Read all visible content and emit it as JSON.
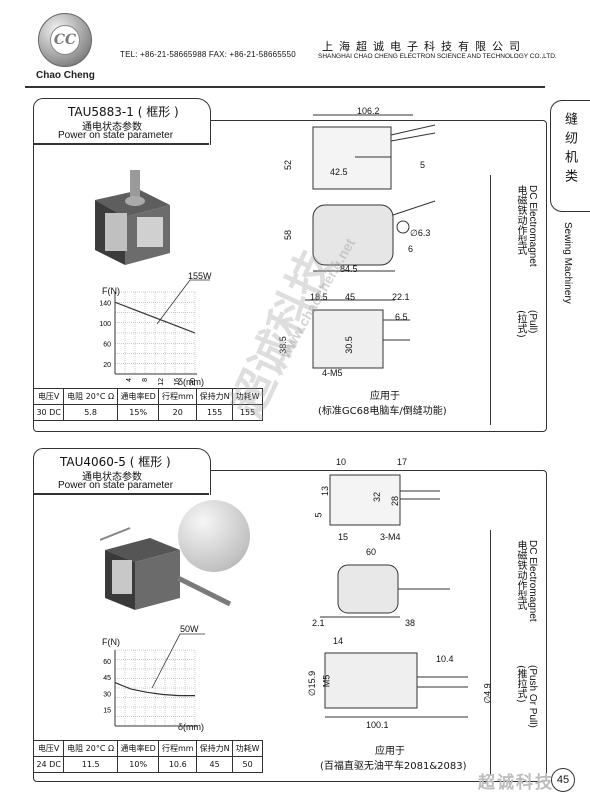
{
  "header": {
    "logo_mark": "CC",
    "company_name_en": "Chao Cheng",
    "contact": "TEL: +86-21-58665988  FAX: +86-21-58665550",
    "company_cn": "上海超诚电子科技有限公司",
    "company_en": "SHANGHAI CHAO CHENG ELECTRON SCIENCE AND TECHNOLOGY CO.,LTD."
  },
  "side_tab": {
    "category_cn": "缝纫机类",
    "category_en": "Sewing Machinery"
  },
  "products": [
    {
      "title": "TAU5883-1 ( 框形 )",
      "subtitle_cn": "通电状态参数",
      "subtitle_en": "Power on state parameter",
      "chart_data": {
        "type": "line",
        "title": "",
        "xlabel": "δ(mm)",
        "ylabel": "F(N)",
        "annotation": "155W",
        "x_ticks": [
          "4",
          "8",
          "12",
          "16",
          "20"
        ],
        "y_ticks": [
          "140",
          "100",
          "60",
          "20"
        ],
        "series": [
          {
            "x": [
              0,
              4,
              8,
              12,
              16,
              20
            ],
            "y": [
              140,
              128,
              116,
              104,
              92,
              80
            ]
          }
        ]
      },
      "table": {
        "headers": [
          "电压V",
          "电阻 20°C Ω",
          "通电率ED",
          "行程mm",
          "保持力N",
          "功耗W"
        ],
        "values": [
          "30 DC",
          "5.8",
          "15%",
          "20",
          "155",
          "155"
        ]
      },
      "dims": {
        "d1": "106.2",
        "d2": "52",
        "d3": "42.5",
        "d4": "5",
        "d5": "58",
        "d6": "∅6.3",
        "d7": "6",
        "d8": "84.5",
        "d9": "18.5",
        "d10": "45",
        "d11": "22.1",
        "d12": "6.5",
        "d13": "38.5",
        "d14": "30.5",
        "d15": "4-M5"
      },
      "application_label": "应用于",
      "application": "(标准GC68电脑车/倒缝功能)",
      "type_cn": "电磁铁动作型式",
      "type_en": "DC Electromagnet",
      "action_cn": "(拉式)",
      "action_en": "(Pull)"
    },
    {
      "title": "TAU4060-5 ( 框形 )",
      "subtitle_cn": "通电状态参数",
      "subtitle_en": "Power on state parameter",
      "chart_data": {
        "type": "line",
        "title": "",
        "xlabel": "δ(mm)",
        "ylabel": "F(N)",
        "annotation": "50W",
        "x_ticks": [],
        "y_ticks": [
          "60",
          "45",
          "30",
          "15"
        ],
        "series": [
          {
            "x": [
              0,
              2,
              4,
              6,
              8,
              10
            ],
            "y": [
              40,
              34,
              31,
              29,
              28,
              28
            ]
          }
        ]
      },
      "table": {
        "headers": [
          "电压V",
          "电阻 20°C Ω",
          "通电率ED",
          "行程mm",
          "保持力N",
          "功耗W"
        ],
        "values": [
          "24 DC",
          "11.5",
          "10%",
          "10.6",
          "45",
          "50"
        ]
      },
      "dims": {
        "d1": "10",
        "d2": "17",
        "d3": "13",
        "d4": "32",
        "d5": "28",
        "d6": "5",
        "d7": "15",
        "d8": "3-M4",
        "d9": "60",
        "d10": "2.1",
        "d11": "38",
        "d12": "14",
        "d13": "10.4",
        "d14": "∅15.9",
        "d15": "M5",
        "d16": "∅4.9",
        "d17": "100.1"
      },
      "application_label": "应用于",
      "application": "(百福直驱无油平车2081&2083)",
      "type_cn": "电磁铁动作型式",
      "type_en": "DC Electromagnet",
      "action_cn": "(推拉式)",
      "action_en": "(Push Or Pull)"
    }
  ],
  "watermark": {
    "cn": "超诚科技",
    "url": "www.chaocheng.net"
  },
  "footer": {
    "brand": "超诚科技",
    "page": "45"
  }
}
